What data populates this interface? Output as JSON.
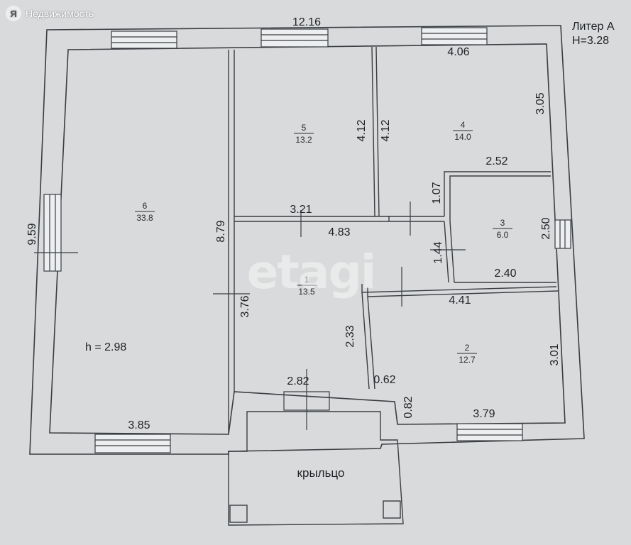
{
  "badge": {
    "logo_glyph": "Я",
    "text": "Недвижимость"
  },
  "watermark": "etagi",
  "liter": {
    "line1": "Литер А",
    "line2": "Н=3.28"
  },
  "rooms": {
    "r1": {
      "num": "1",
      "area": "13.5"
    },
    "r2": {
      "num": "2",
      "area": "12.7"
    },
    "r3": {
      "num": "3",
      "area": "6.0"
    },
    "r4": {
      "num": "4",
      "area": "14.0"
    },
    "r5": {
      "num": "5",
      "area": "13.2"
    },
    "r6": {
      "num": "6",
      "area": "33.8"
    }
  },
  "height_note": "h = 2.98",
  "porch_label": "крыльцо",
  "dims": {
    "top_total": "12.16",
    "left_total": "9.59",
    "r6_height": "8.79",
    "r6_bottom": "3.85",
    "r5_height": "4.12",
    "r4_height": "4.12",
    "r5_width": "3.21",
    "r4_width": "4.06",
    "r4_side": "3.05",
    "r3_top": "2.52",
    "r3_side_left": "1.07",
    "r3_side": "2.50",
    "r3_bottom": "2.40",
    "r1_top": "4.83",
    "r1_step": "1.44",
    "r1_left": "3.76",
    "r1_inner": "2.33",
    "r1_bottom": "2.82",
    "r2_top": "4.41",
    "r2_side": "3.01",
    "r2_bottom": "3.79",
    "r2_notch_w": "0.62",
    "r2_notch_h": "0.82"
  }
}
